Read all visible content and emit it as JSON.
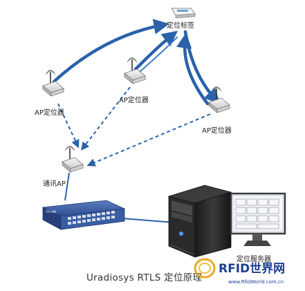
{
  "diagram": {
    "tag_label": "定位标签",
    "ap_left_label": "AP定位器",
    "ap_center_label": "AP定位器",
    "ap_right_label": "AP定位器",
    "comm_ap_label": "通讯AP",
    "server_label": "定位服务器",
    "caption": "Uradiosys RTLS 定位原理",
    "switch_brand": "TP-LINK",
    "watermark_brand": "RFID世界网",
    "watermark_url": "www.RfidWorld.com.cn"
  }
}
